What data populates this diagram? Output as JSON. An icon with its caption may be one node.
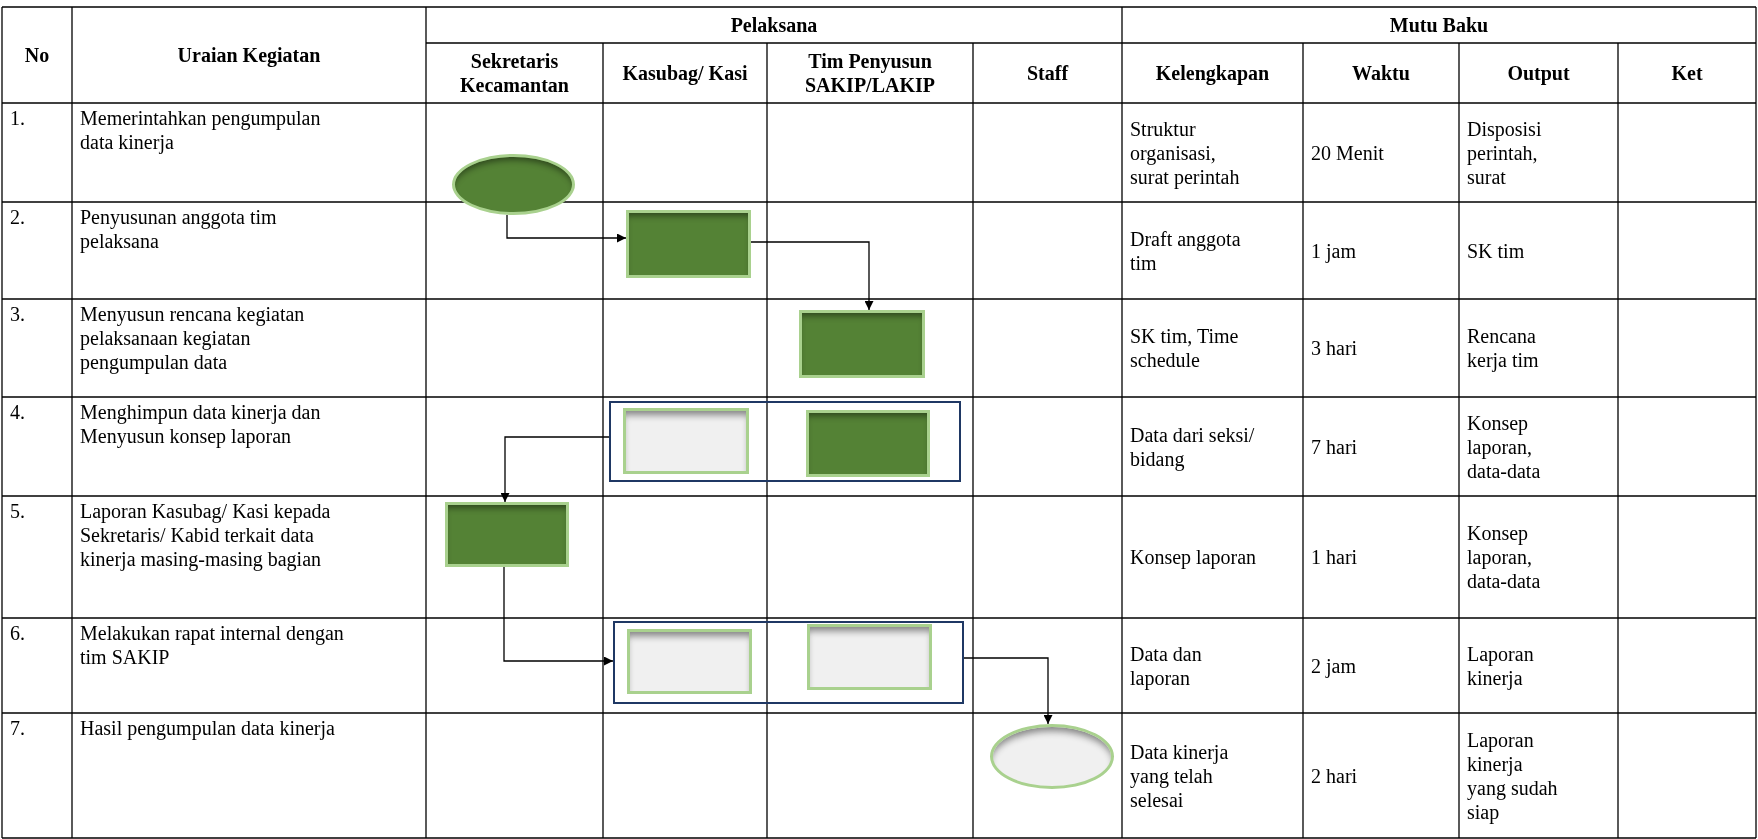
{
  "diagram": {
    "nodes": [
      {
        "text": [],
        "shape": "circle"
      },
      {
        "text": [],
        "shape": "box"
      },
      {
        "text": [],
        "shape": "box"
      },
      {
        "text": [],
        "shape": "box"
      },
      {
        "text": [],
        "shape": "box",
        "in": 3
      },
      {
        "text": [],
        "shape": "box",
        "in": 3
      },
      {
        "text": [],
        "shape": "box"
      },
      {
        "text": [],
        "shape": "box"
      },
      {
        "text": [],
        "shape": "box",
        "in": 7
      },
      {
        "text": [],
        "shape": "box",
        "in": 7
      },
      {
        "text": [],
        "shape": "circle"
      }
    ],
    "edges": [
      {
        "from": 0,
        "to": 1,
        "arrow": "to"
      },
      {
        "from": 1,
        "to": 2,
        "arrow": "to"
      },
      {
        "from": 3,
        "to": 6,
        "arrow": "to"
      },
      {
        "from": 6,
        "to": 7,
        "arrow": "to"
      },
      {
        "from": 7,
        "to": 10,
        "arrow": "to"
      }
    ],
    "labels": [
      "No",
      "Uraian Kegiatan",
      "Pelaksana",
      "Mutu Baku",
      "Sekretaris Kecamantan",
      "Kasubag/ Kasi",
      "Tim Penyusun SAKIP/LAKIP",
      "Staff",
      "Kelengkapan",
      "Waktu",
      "Output",
      "Ket",
      "1.",
      "Memerintahkan pengumpulan data kinerja",
      "Struktur organisasi, surat perintah",
      "20 Menit",
      "Disposisi perintah, surat",
      "2.",
      "Penyusunan anggota tim pelaksana",
      "Draft anggota tim",
      "1 jam",
      "SK tim",
      "3.",
      "Menyusun rencana kegiatan pelaksanaan kegiatan pengumpulan data",
      "SK tim, Time schedule",
      "3 hari",
      "Rencana kerja tim",
      "4.",
      "Menghimpun data kinerja dan Menyusun konsep laporan",
      "Data dari seksi/ bidang",
      "7 hari",
      "Konsep laporan, data-data",
      "5.",
      "Laporan Kasubag/ Kasi kepada Sekretaris/ Kabid terkait data kinerja masing-masing bagian",
      "Konsep laporan",
      "1 hari",
      "Konsep laporan, data-data",
      "6.",
      "Melakukan rapat internal dengan tim SAKIP",
      "Data dan laporan",
      "2 jam",
      "Laporan kinerja",
      "7.",
      "Hasil pengumpulan data kinerja",
      "Data kinerja yang telah selesai",
      "2 hari",
      "Laporan kinerja yang sudah siap"
    ]
  }
}
